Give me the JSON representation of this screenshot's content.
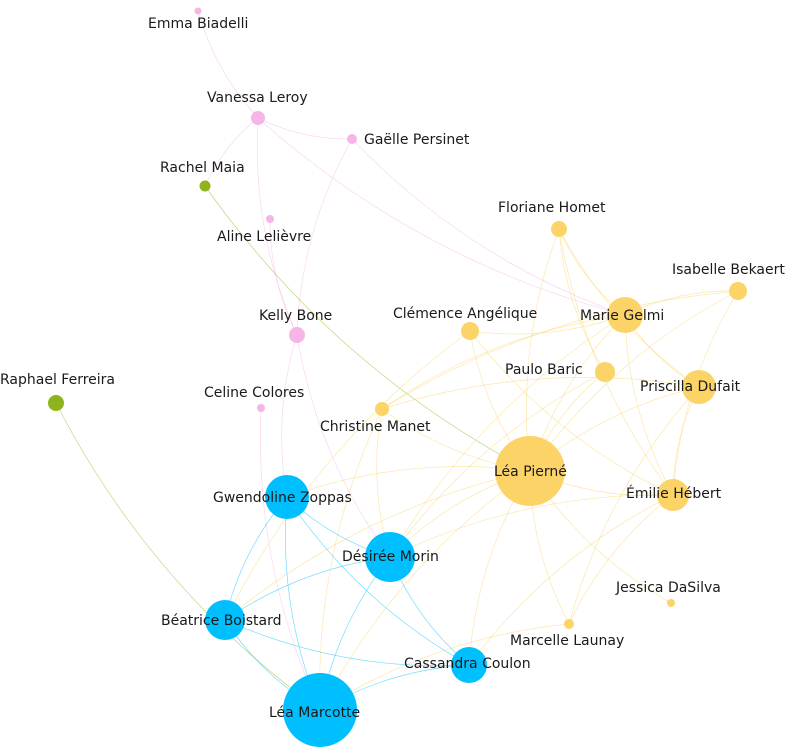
{
  "graph": {
    "groups": {
      "blue": {
        "color": "#00bfff"
      },
      "yellow": {
        "color": "#fcd367"
      },
      "pink": {
        "color": "#f5b5e6"
      },
      "green": {
        "color": "#8db41a"
      }
    },
    "nodes": [
      {
        "id": "emma-biadelli",
        "label": "Emma Biadelli",
        "group": "pink"
      },
      {
        "id": "vanessa-leroy",
        "label": "Vanessa Leroy",
        "group": "pink"
      },
      {
        "id": "gaelle-persinet",
        "label": "Gaëlle Persinet",
        "group": "pink"
      },
      {
        "id": "rachel-maia",
        "label": "Rachel Maia",
        "group": "green"
      },
      {
        "id": "aline-lelievre",
        "label": "Aline Lelièvre",
        "group": "pink"
      },
      {
        "id": "kelly-bone",
        "label": "Kelly Bone",
        "group": "pink"
      },
      {
        "id": "celine-colores",
        "label": "Celine Colores",
        "group": "pink"
      },
      {
        "id": "raphael-ferreira",
        "label": "Raphael Ferreira",
        "group": "green"
      },
      {
        "id": "floriane-homet",
        "label": "Floriane Homet",
        "group": "yellow"
      },
      {
        "id": "isabelle-bekaert",
        "label": "Isabelle Bekaert",
        "group": "yellow"
      },
      {
        "id": "clemence-angelique",
        "label": "Clémence Angélique",
        "group": "yellow"
      },
      {
        "id": "marie-gelmi",
        "label": "Marie Gelmi",
        "group": "yellow"
      },
      {
        "id": "paulo-baric",
        "label": "Paulo Baric",
        "group": "yellow"
      },
      {
        "id": "priscilla-dufait",
        "label": "Priscilla Dufait",
        "group": "yellow"
      },
      {
        "id": "christine-manet",
        "label": "Christine Manet",
        "group": "yellow"
      },
      {
        "id": "lea-pierne",
        "label": "Léa Pierné",
        "group": "yellow"
      },
      {
        "id": "emilie-hebert",
        "label": "Émilie Hébert",
        "group": "yellow"
      },
      {
        "id": "jessica-dasilva",
        "label": "Jessica DaSilva",
        "group": "yellow"
      },
      {
        "id": "marcelle-launay",
        "label": "Marcelle Launay",
        "group": "yellow"
      },
      {
        "id": "gwendoline-zoppas",
        "label": "Gwendoline Zoppas",
        "group": "blue"
      },
      {
        "id": "desiree-morin",
        "label": "Désirée Morin",
        "group": "blue"
      },
      {
        "id": "beatrice-boistard",
        "label": "Béatrice Boistard",
        "group": "blue"
      },
      {
        "id": "cassandra-coulon",
        "label": "Cassandra Coulon",
        "group": "blue"
      },
      {
        "id": "lea-marcotte",
        "label": "Léa Marcotte",
        "group": "blue"
      }
    ],
    "edges": [
      [
        "emma-biadelli",
        "vanessa-leroy"
      ],
      [
        "vanessa-leroy",
        "gaelle-persinet"
      ],
      [
        "vanessa-leroy",
        "kelly-bone"
      ],
      [
        "vanessa-leroy",
        "marie-gelmi"
      ],
      [
        "vanessa-leroy",
        "rachel-maia"
      ],
      [
        "gaelle-persinet",
        "kelly-bone"
      ],
      [
        "gaelle-persinet",
        "marie-gelmi"
      ],
      [
        "aline-lelievre",
        "kelly-bone"
      ],
      [
        "rachel-maia",
        "lea-pierne"
      ],
      [
        "kelly-bone",
        "desiree-morin"
      ],
      [
        "kelly-bone",
        "gwendoline-zoppas"
      ],
      [
        "celine-colores",
        "lea-marcotte"
      ],
      [
        "raphael-ferreira",
        "lea-marcotte"
      ],
      [
        "floriane-homet",
        "marie-gelmi"
      ],
      [
        "floriane-homet",
        "lea-pierne"
      ],
      [
        "floriane-homet",
        "emilie-hebert"
      ],
      [
        "floriane-homet",
        "priscilla-dufait"
      ],
      [
        "floriane-homet",
        "paulo-baric"
      ],
      [
        "isabelle-bekaert",
        "marie-gelmi"
      ],
      [
        "isabelle-bekaert",
        "lea-pierne"
      ],
      [
        "isabelle-bekaert",
        "emilie-hebert"
      ],
      [
        "isabelle-bekaert",
        "christine-manet"
      ],
      [
        "clemence-angelique",
        "marie-gelmi"
      ],
      [
        "clemence-angelique",
        "lea-pierne"
      ],
      [
        "clemence-angelique",
        "beatrice-boistard"
      ],
      [
        "clemence-angelique",
        "emilie-hebert"
      ],
      [
        "marie-gelmi",
        "lea-pierne"
      ],
      [
        "marie-gelmi",
        "priscilla-dufait"
      ],
      [
        "marie-gelmi",
        "emilie-hebert"
      ],
      [
        "marie-gelmi",
        "desiree-morin"
      ],
      [
        "marie-gelmi",
        "christine-manet"
      ],
      [
        "paulo-baric",
        "lea-pierne"
      ],
      [
        "paulo-baric",
        "desiree-morin"
      ],
      [
        "priscilla-dufait",
        "lea-pierne"
      ],
      [
        "priscilla-dufait",
        "emilie-hebert"
      ],
      [
        "priscilla-dufait",
        "christine-manet"
      ],
      [
        "priscilla-dufait",
        "marcelle-launay"
      ],
      [
        "christine-manet",
        "lea-pierne"
      ],
      [
        "christine-manet",
        "desiree-morin"
      ],
      [
        "christine-manet",
        "lea-marcotte"
      ],
      [
        "lea-pierne",
        "emilie-hebert"
      ],
      [
        "lea-pierne",
        "jessica-dasilva"
      ],
      [
        "lea-pierne",
        "marcelle-launay"
      ],
      [
        "lea-pierne",
        "desiree-morin"
      ],
      [
        "lea-pierne",
        "gwendoline-zoppas"
      ],
      [
        "lea-pierne",
        "cassandra-coulon"
      ],
      [
        "lea-pierne",
        "lea-marcotte"
      ],
      [
        "lea-pierne",
        "beatrice-boistard"
      ],
      [
        "emilie-hebert",
        "desiree-morin"
      ],
      [
        "emilie-hebert",
        "marcelle-launay"
      ],
      [
        "emilie-hebert",
        "cassandra-coulon"
      ],
      [
        "marcelle-launay",
        "lea-marcotte"
      ],
      [
        "gwendoline-zoppas",
        "desiree-morin"
      ],
      [
        "gwendoline-zoppas",
        "beatrice-boistard"
      ],
      [
        "gwendoline-zoppas",
        "lea-marcotte"
      ],
      [
        "gwendoline-zoppas",
        "cassandra-coulon"
      ],
      [
        "desiree-morin",
        "beatrice-boistard"
      ],
      [
        "desiree-morin",
        "lea-marcotte"
      ],
      [
        "desiree-morin",
        "cassandra-coulon"
      ],
      [
        "beatrice-boistard",
        "lea-marcotte"
      ],
      [
        "beatrice-boistard",
        "cassandra-coulon"
      ],
      [
        "cassandra-coulon",
        "lea-marcotte"
      ]
    ]
  }
}
